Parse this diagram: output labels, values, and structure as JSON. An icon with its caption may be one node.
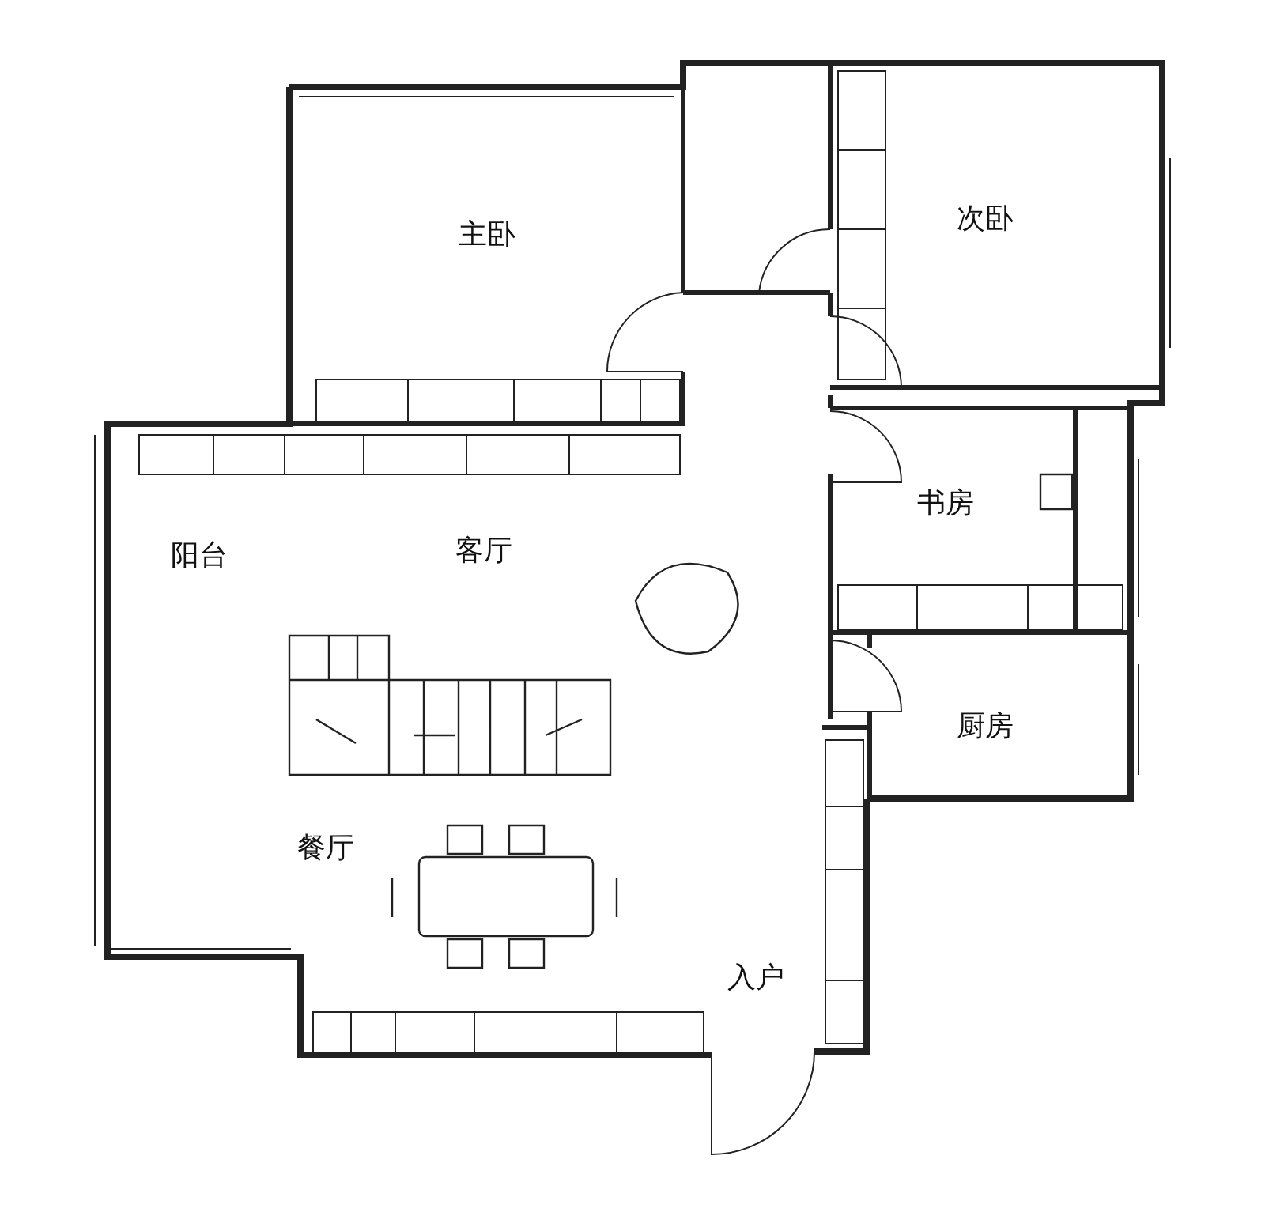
{
  "diagram": {
    "labels": [
      "主卧",
      "次卧",
      "阳台",
      "客厅",
      "书房",
      "厨房",
      "餐厅",
      "入户"
    ]
  }
}
